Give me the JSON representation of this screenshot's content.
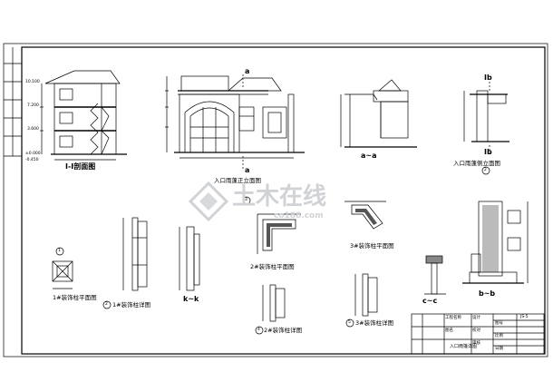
{
  "drawing": {
    "sections": {
      "section_1_1": "I-I剖面图",
      "entrance_elevation": "入口雨蓬正立面图",
      "section_a_a": "a~a",
      "entrance_side_elevation": "入口雨蓬侧立面图",
      "col1_plan": "1#装饰柱平面图",
      "col1_detail": "1#装饰柱详图",
      "section_k_k": "k~k",
      "col2_plan": "2#装饰柱平面图",
      "col2_detail": "2#装饰柱详图",
      "col3_plan": "3#装饰柱平面图",
      "col3_detail": "3#装饰柱详图",
      "section_c_c": "c~c",
      "section_b_b": "b~b"
    },
    "circle_marks": [
      "1",
      "2",
      "3",
      "4",
      "5"
    ],
    "section_tags": {
      "a": "a",
      "b": "Ib"
    },
    "elevations": [
      "±0.000",
      "-0.450",
      "3.600",
      "7.200",
      "10.100"
    ],
    "title_block": {
      "project_title": "入口雨篷详图",
      "labels": [
        "工程名称",
        "图名",
        "设计",
        "校对",
        "审核",
        "图号",
        "比例",
        "日期"
      ],
      "drawing_no": "JS-5"
    },
    "watermark": {
      "main": "土木在线",
      "url": "co188.com"
    }
  }
}
